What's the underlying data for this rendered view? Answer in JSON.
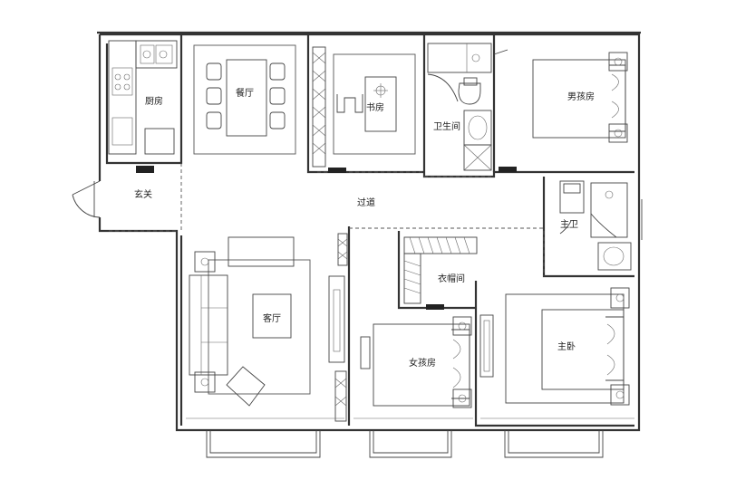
{
  "rooms": {
    "kitchen": "厨房",
    "dining": "餐厅",
    "study": "书房",
    "bathroom": "卫生间",
    "boys_room": "男孩房",
    "entrance": "玄关",
    "hallway": "过道",
    "master_bath": "主卫",
    "closet": "衣帽间",
    "living": "客厅",
    "girls_room": "女孩房",
    "master_bedroom": "主卧"
  }
}
